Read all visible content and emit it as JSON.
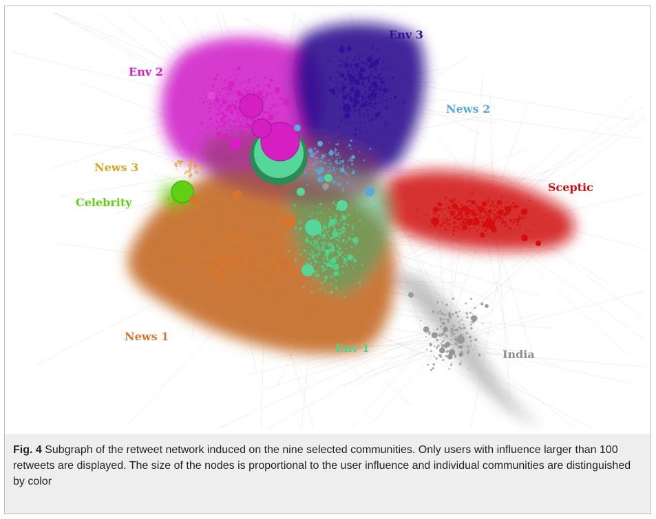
{
  "figure": {
    "communities": [
      {
        "id": "env2",
        "label": "Env 2",
        "color": "#d61fc3"
      },
      {
        "id": "env3",
        "label": "Env 3",
        "color": "#2f1197"
      },
      {
        "id": "news2",
        "label": "News 2",
        "color": "#5aa9d8"
      },
      {
        "id": "news3",
        "label": "News 3",
        "color": "#d9a520"
      },
      {
        "id": "celebrity",
        "label": "Celebrity",
        "color": "#5fd012"
      },
      {
        "id": "sceptic",
        "label": "Sceptic",
        "color": "#d40d0d"
      },
      {
        "id": "news1",
        "label": "News 1",
        "color": "#d4772e"
      },
      {
        "id": "env1",
        "label": "Env 1",
        "color": "#4fd68e"
      },
      {
        "id": "india",
        "label": "India",
        "color": "#8e8e8e"
      }
    ],
    "caption": {
      "label": "Fig. 4",
      "text": "Subgraph of the retweet network induced on the nine selected communities. Only users with influence larger than 100 retweets are displayed. The size of the nodes is proportional to the user influence and individual communities are distinguished by color"
    }
  }
}
